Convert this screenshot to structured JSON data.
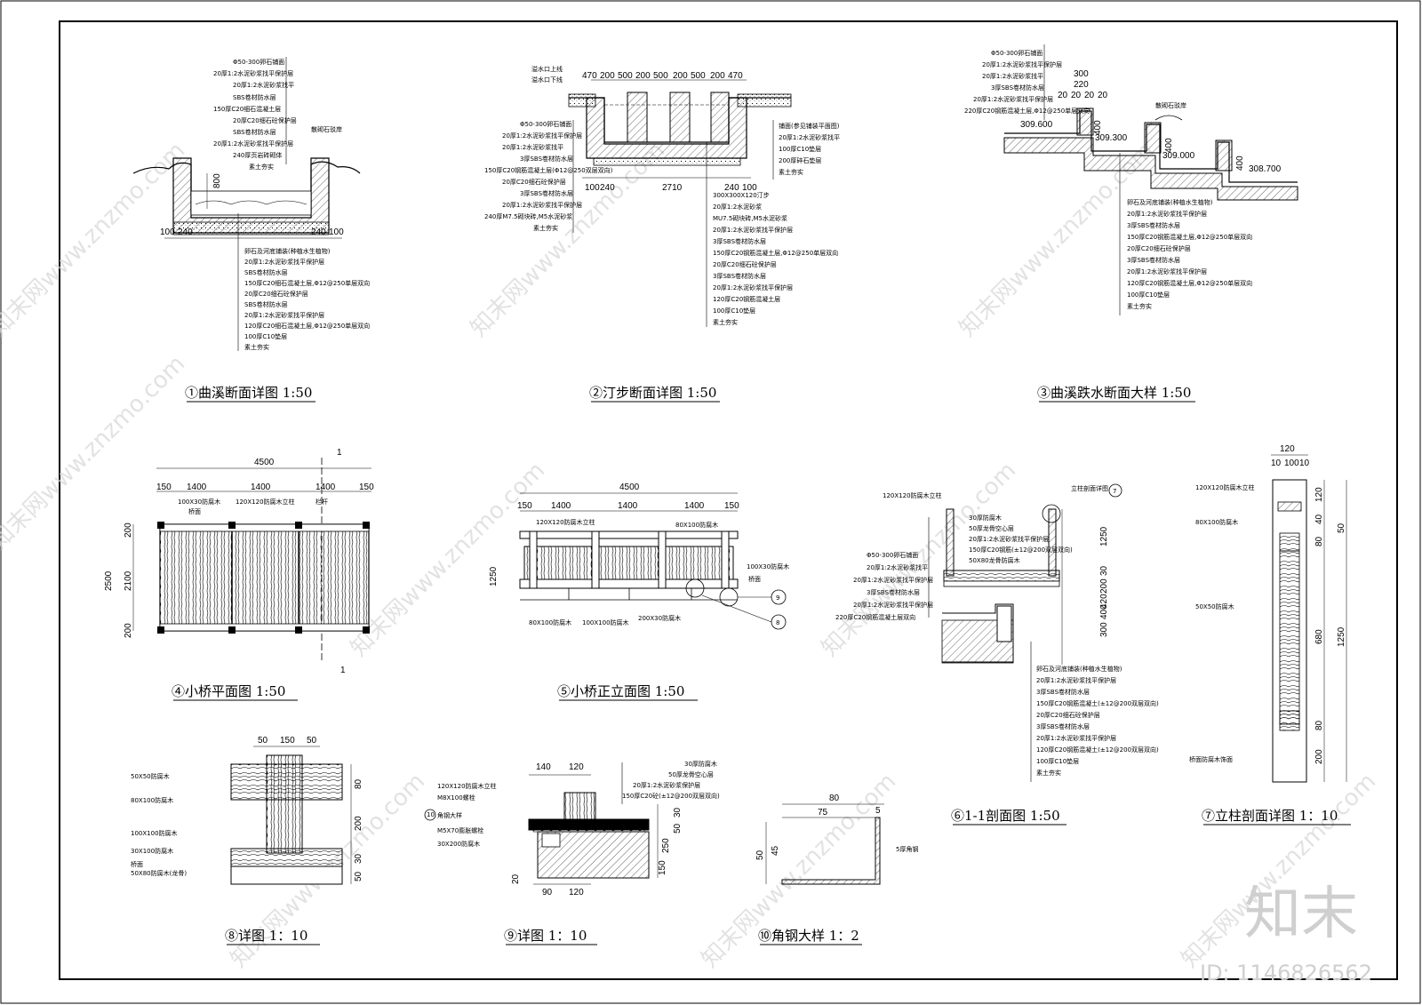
{
  "titles": {
    "d1": "①曲溪断面详图 1:50",
    "d2": "②汀步断面详图 1:50",
    "d3": "③曲溪跌水断面大样 1:50",
    "d4": "④小桥平面图 1:50",
    "d5": "⑤小桥正立面图 1:50",
    "d6": "⑥1-1剖面图 1:50",
    "d7": "⑦立柱剖面详图 1：10",
    "d8": "⑧详图 1：10",
    "d9": "⑨详图 1：10",
    "d10": "⑩角钢大样 1：2"
  },
  "dims": {
    "d1_bottom": [
      "100",
      "240",
      "240",
      "100"
    ],
    "d1_depth": "800",
    "d2_top": [
      "470",
      "200",
      "500",
      "200",
      "500",
      "200",
      "500",
      "200",
      "470"
    ],
    "d2_bottom": [
      "100",
      "240",
      "2710",
      "240",
      "100"
    ],
    "d3_levels": [
      "309.600",
      "309.300",
      "309.000",
      "308.700"
    ],
    "d3_top": [
      "300",
      "220",
      "20",
      "20",
      "20",
      "20"
    ],
    "d3_step": "400",
    "d4_total": "4500",
    "d4_spans": [
      "150",
      "1400",
      "1400",
      "1400",
      "150"
    ],
    "d4_width": "2500",
    "d4_inner": "2100",
    "d4_edge": "200",
    "d5_total": "4500",
    "d5_spans": [
      "150",
      "1400",
      "1400",
      "1400",
      "150"
    ],
    "d5_height": "1250",
    "d6_vert": [
      "1250",
      "30",
      "200",
      "420",
      "300",
      "400"
    ],
    "d7_top": [
      "120",
      "10",
      "100",
      "10"
    ],
    "d7_vert": [
      "120",
      "40",
      "50",
      "80",
      "680",
      "80",
      "200",
      "1250"
    ],
    "d8_top": [
      "50",
      "150",
      "50"
    ],
    "d8_vert": [
      "80",
      "200",
      "50",
      "30"
    ],
    "d9_top": [
      "140",
      "120"
    ],
    "d9_bottom": [
      "90",
      "120"
    ],
    "d9_vert": [
      "50",
      "30",
      "250",
      "150",
      "20"
    ],
    "d10": [
      "80",
      "75",
      "50",
      "45",
      "5"
    ]
  },
  "notes": {
    "d1_layers_top": [
      "Φ50-300卵石铺面",
      "20厚1:2水泥砂浆找平保护层",
      "20厚1:2水泥砂浆找平",
      "SBS卷材防水层",
      "150厚C20细石混凝土层",
      "20厚C20细石砼保护层",
      "SBS卷材防水层",
      "20厚1:2水泥砂浆找平保护层",
      "240厚页岩砖砌体",
      "素土夯实"
    ],
    "d1_layers_bottom": [
      "卵石及河底铺装(种植水生植物)",
      "20厚1:2水泥砂浆找平保护层",
      "SBS卷材防水层",
      "150厚C20细石混凝土层,Φ12@250单层双向",
      "20厚C20细石砼保护层",
      "SBS卷材防水层",
      "20厚1:2水泥砂浆找平保护层",
      "120厚C20细石混凝土层,Φ12@250单层双向",
      "100厚C10垫层",
      "素土夯实"
    ],
    "d1_side": "散砌石驳岸",
    "d2_top_notes": [
      "溢水口上线",
      "溢水口下线"
    ],
    "d2_left": [
      "Φ50-300卵石铺面",
      "20厚1:2水泥砂浆找平保护层",
      "20厚1:2水泥砂浆找平",
      "3厚SBS卷材防水层",
      "150厚C20钢筋混凝土层(Φ12@250双层双向)",
      "20厚C20细石砼保护层",
      "3厚SBS卷材防水层",
      "20厚1:2水泥砂浆找平保护层",
      "240厚M7.5砌块砖,M5水泥砂浆",
      "素土夯实"
    ],
    "d2_right": [
      "铺面(参见铺装平面图)",
      "20厚1:2水泥砂浆找平",
      "100厚C10垫层",
      "200厚碎石垫层",
      "素土夯实"
    ],
    "d2_bottom": [
      "300X300X120汀步",
      "20厚1:2水泥砂浆",
      "MU7.5砌块砖,M5水泥砂浆",
      "20厚1:2水泥砂浆找平保护层",
      "3厚SBS卷材防水层",
      "150厚C20钢筋混凝土层,Φ12@250单层双向",
      "20厚C20细石砼保护层",
      "3厚SBS卷材防水层",
      "20厚1:2水泥砂浆找平保护层",
      "120厚C20钢筋混凝土层",
      "100厚C10垫层",
      "素土夯实"
    ],
    "d3_top": [
      "Φ50-300卵石铺面",
      "20厚1:2水泥砂浆找平保护层",
      "20厚1:2水泥砂浆找平",
      "3厚SBS卷材防水层",
      "20厚1:2水泥砂浆找平保护层",
      "220厚C20钢筋混凝土层,Φ12@250单层双向"
    ],
    "d3_side": "散砌石驳岸",
    "d3_bottom": [
      "卵石及河底铺装(种植水生植物)",
      "20厚1:2水泥砂浆找平保护层",
      "3厚SBS卷材防水层",
      "150厚C20钢筋混凝土层,Φ12@250单层双向",
      "20厚C20细石砼保护层",
      "3厚SBS卷材防水层",
      "20厚1:2水泥砂浆找平保护层",
      "120厚C20钢筋混凝土层,Φ12@250单层双向",
      "100厚C10垫层",
      "素土夯实"
    ],
    "d4": [
      "100X30防腐木",
      "桥面",
      "120X120防腐木立柱",
      "栏杆"
    ],
    "d4_section": "1",
    "d5": [
      "120X120防腐木立柱",
      "80X100防腐木",
      "80X100防腐木",
      "100X100防腐木",
      "200X30防腐木",
      "100X30防腐木",
      "桥面"
    ],
    "d5_refs": [
      "9",
      "8"
    ],
    "d6_top": [
      "120X120防腐木立柱",
      "立柱剖面详图"
    ],
    "d6_ref": "7",
    "d6_left": [
      "30厚防腐木",
      "50厚龙骨空心层",
      "20厚1:2水泥砂浆找平保护层",
      "150厚C20钢筋(±12@200双层双向)",
      "50X80龙骨防腐木",
      "Φ50-300卵石铺面",
      "20厚1:2水泥砂浆找平",
      "20厚1:2水泥砂浆找平保护层",
      "3厚SBS卷材防水层",
      "20厚1:2水泥砂浆找平保护层",
      "220厚C20钢筋混凝土层双向"
    ],
    "d6_bottom": [
      "卵石及河底铺装(种植水生植物)",
      "20厚1:2水泥砂浆找平保护层",
      "3厚SBS卷材防水层",
      "150厚C20钢筋混凝土(±12@200双层双向)",
      "20厚C20细石砼保护层",
      "3厚SBS卷材防水层",
      "20厚1:2水泥砂浆找平保护层",
      "120厚C20钢筋混凝土(±12@200双层双向)",
      "100厚C10垫层",
      "素土夯实"
    ],
    "d7": [
      "120X120防腐木立柱",
      "80X100防腐木",
      "50X50防腐木",
      "桥面防腐木饰面"
    ],
    "d8": [
      "50X50防腐木",
      "80X100防腐木",
      "100X100防腐木",
      "30X100防腐木",
      "桥面",
      "50X80防腐木(龙骨)"
    ],
    "d9_left": [
      "120X120防腐木立柱",
      "M8X100螺栓",
      "角钢大样",
      "M5X70膨胀螺栓",
      "30X200防腐木"
    ],
    "d9_right": [
      "30厚防腐木",
      "50厚龙骨空心层",
      "20厚1:2水泥砂浆保护层",
      "150厚C20砼(±12@200双层双向)"
    ],
    "d9_ref": "10",
    "d10": "5厚角钢"
  },
  "watermark": {
    "text": "知末网www.znzmo.com",
    "logo": "知末",
    "id": "ID: 1146826562"
  }
}
